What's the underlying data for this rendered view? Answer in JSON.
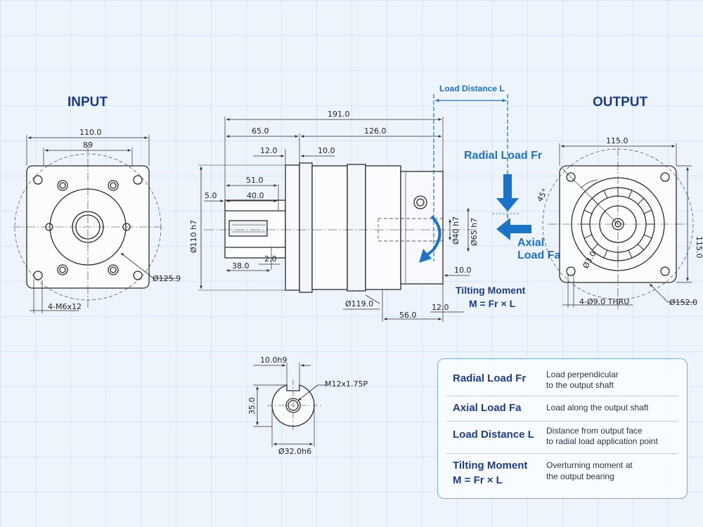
{
  "titles": {
    "input": "INPUT",
    "output": "OUTPUT"
  },
  "input_view": {
    "dim_width_outer": "110.0",
    "dim_width_inner": "89",
    "dim_bolt_circle": "Ø125.9",
    "dim_threads": "4-M6x12"
  },
  "side_view": {
    "dim_overall": "191.0",
    "dim_input_len": "65.0",
    "dim_output_len": "126.0",
    "dim_flange_12": "12.0",
    "dim_flange_10": "10.0",
    "dim_51": "51.0",
    "dim_5": "5.0",
    "dim_40": "40.0",
    "dim_38": "38.0",
    "dim_2": "2.0",
    "dim_dia110": "Ø110 h7",
    "dim_dia119": "Ø119.0",
    "dim_56": "56.0",
    "dim_12b": "12.0",
    "dim_10b": "10.0",
    "dim_dia40": "Ø40 h7",
    "dim_dia65": "Ø65 h7"
  },
  "loads": {
    "load_distance": "Load Distance L",
    "radial": "Radial Load  Fr",
    "axial_line1": "Axial",
    "axial_line2": "Load Fa",
    "tilting_line1": "Tilting Moment",
    "tilting_line2": "M = Fr × L"
  },
  "output_view": {
    "dim_width": "115.0",
    "dim_height": "115.0",
    "dim_angle": "45°",
    "dim_holes": "4-Ø9.0 THRU",
    "dim_bolt_circle": "Ø152.0",
    "dim_small": "Ø3.0"
  },
  "shaft_section": {
    "dim_key": "10.0h9",
    "dim_thread": "M12x1.75P",
    "dim_height": "35.0",
    "dim_dia": "Ø32.0h6"
  },
  "legend": [
    {
      "term": "Radial Load Fr",
      "desc": [
        "Load perpendicular",
        "to the output shaft"
      ]
    },
    {
      "term": "Axial Load Fa",
      "desc": [
        "Load along the output shaft"
      ]
    },
    {
      "term": "Load Distance L",
      "desc": [
        "Distance from output face",
        "to radial load application point"
      ]
    },
    {
      "term": "Tilting Moment",
      "term2": "M = Fr × L",
      "desc": [
        "Overturning moment at",
        "the output bearing"
      ]
    }
  ],
  "colors": {
    "accent": "#1a73c8",
    "title": "#1e3c86",
    "line": "#2a2a2a"
  }
}
